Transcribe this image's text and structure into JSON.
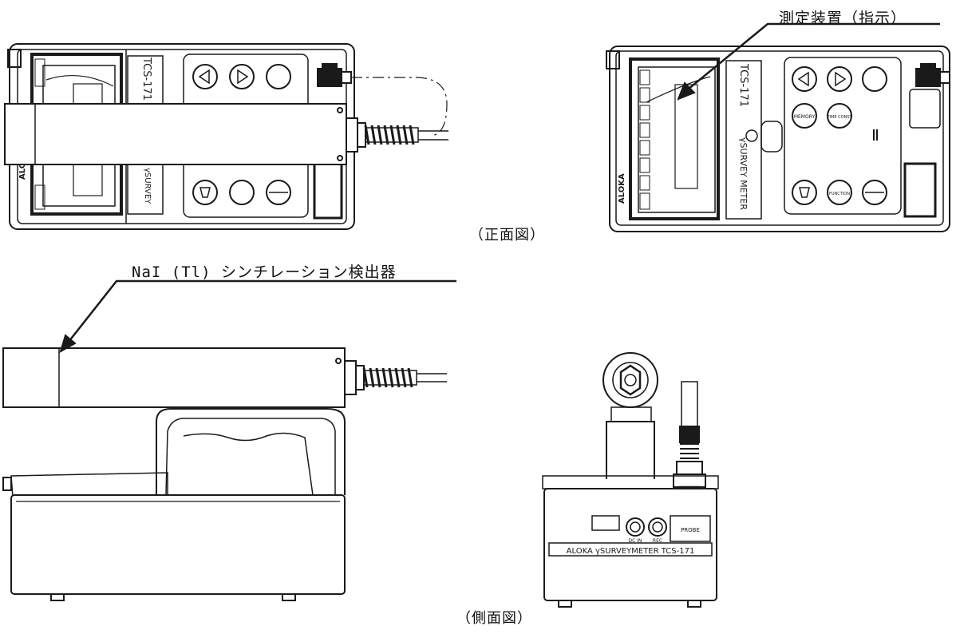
{
  "labels": {
    "measuring_device": "測定装置（指示）",
    "detector": "NaI (Tl) シンチレーション検出器",
    "front_view": "（正面図）",
    "side_view": "（側面図）"
  },
  "device_markings": {
    "brand": "ALOKA",
    "model": "TCS-171",
    "product_name": "γSURVEY METER",
    "side_panel": "ALOKA  γSURVEYMETER  TCS-171",
    "probe": "PROBE",
    "rec": "REC",
    "dc_in": "DC IN",
    "btn_memory": "MEMORY",
    "btn_time_const": "TIME CONST",
    "btn_function": "FUNCTION"
  },
  "colors": {
    "line": "#1a1a1a",
    "background": "#ffffff",
    "fill": "#ffffff"
  }
}
